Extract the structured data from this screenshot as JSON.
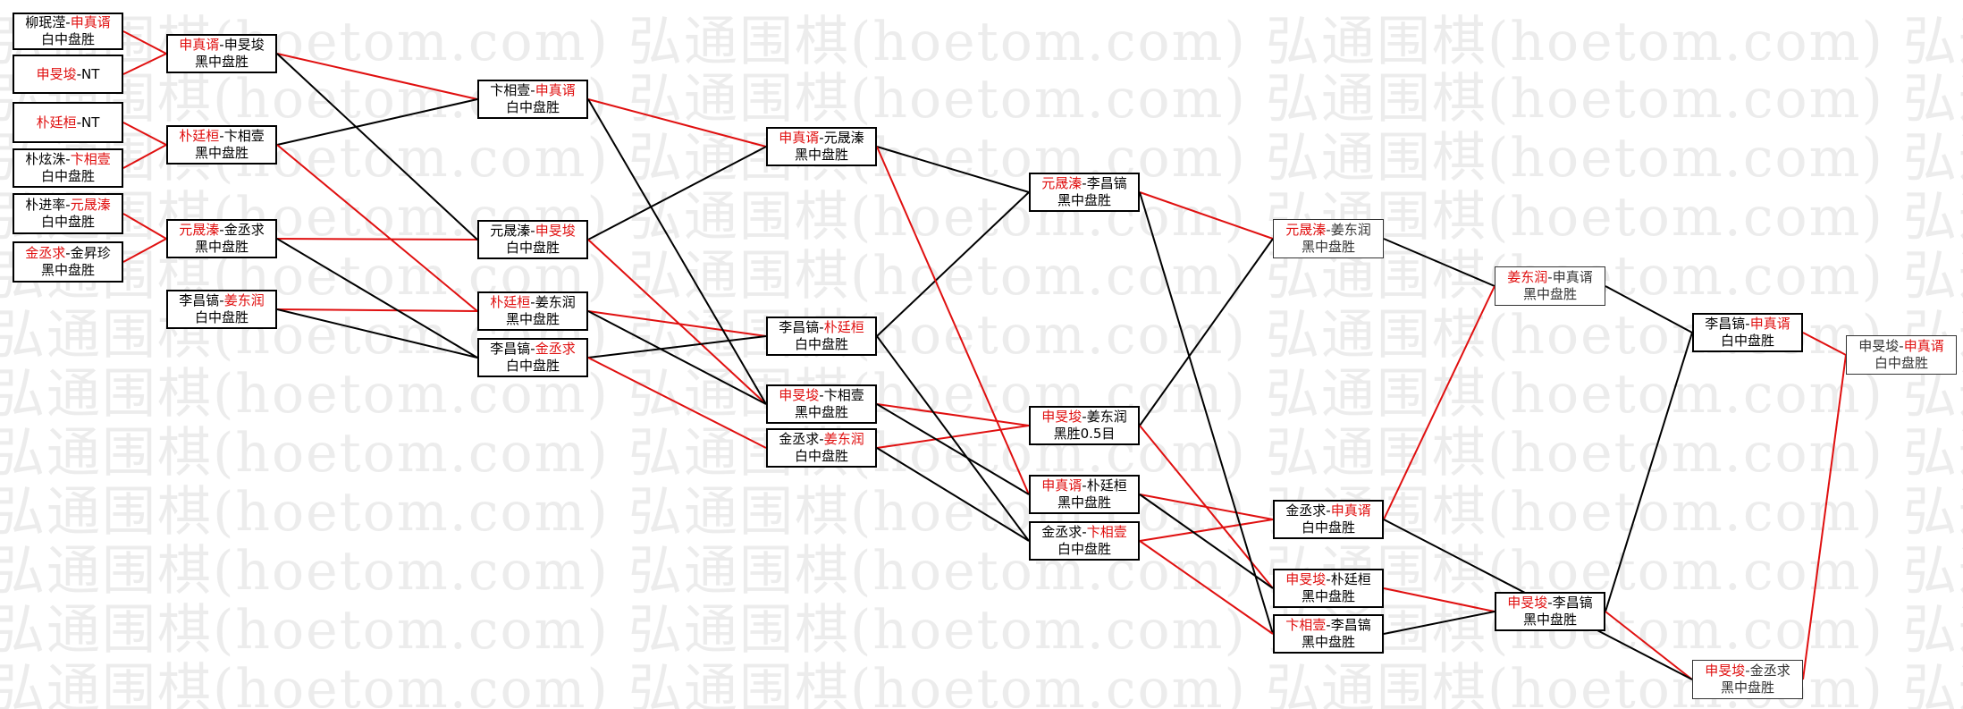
{
  "colors": {
    "win_line": "#e01010",
    "line": "#000000",
    "winner_text": "#e01010"
  },
  "watermark": "弘通围棋(hoetom.com)",
  "matches": [
    {
      "id": "r1a",
      "p1": "柳珉滢",
      "p2": "申真谞",
      "winner": 2,
      "result": "白中盘胜",
      "thin": false
    },
    {
      "id": "r1b",
      "p1": "申旻埈",
      "p2": "NT",
      "winner": 1,
      "result": "",
      "thin": false
    },
    {
      "id": "r1c",
      "p1": "朴廷桓",
      "p2": "NT",
      "winner": 1,
      "result": "",
      "thin": false
    },
    {
      "id": "r1d",
      "p1": "朴炫洙",
      "p2": "卞相壹",
      "winner": 2,
      "result": "白中盘胜",
      "thin": false
    },
    {
      "id": "r1e",
      "p1": "朴进率",
      "p2": "元晟溱",
      "winner": 2,
      "result": "白中盘胜",
      "thin": false
    },
    {
      "id": "r1f",
      "p1": "金丞求",
      "p2": "金昇珍",
      "winner": 1,
      "result": "黑中盘胜",
      "thin": false
    },
    {
      "id": "r2a",
      "p1": "申真谞",
      "p2": "申旻埈",
      "winner": 1,
      "result": "黑中盘胜",
      "thin": false
    },
    {
      "id": "r2b",
      "p1": "朴廷桓",
      "p2": "卞相壹",
      "winner": 1,
      "result": "黑中盘胜",
      "thin": false
    },
    {
      "id": "r2c",
      "p1": "元晟溱",
      "p2": "金丞求",
      "winner": 1,
      "result": "黑中盘胜",
      "thin": false
    },
    {
      "id": "r2d",
      "p1": "李昌镐",
      "p2": "姜东润",
      "winner": 2,
      "result": "白中盘胜",
      "thin": false
    },
    {
      "id": "r3a",
      "p1": "卞相壹",
      "p2": "申真谞",
      "winner": 2,
      "result": "白中盘胜",
      "thin": false
    },
    {
      "id": "r3b",
      "p1": "元晟溱",
      "p2": "申旻埈",
      "winner": 2,
      "result": "白中盘胜",
      "thin": false
    },
    {
      "id": "r3c",
      "p1": "朴廷桓",
      "p2": "姜东润",
      "winner": 1,
      "result": "黑中盘胜",
      "thin": false
    },
    {
      "id": "r3d",
      "p1": "李昌镐",
      "p2": "金丞求",
      "winner": 2,
      "result": "白中盘胜",
      "thin": false
    },
    {
      "id": "r4a",
      "p1": "申真谞",
      "p2": "元晟溱",
      "winner": 1,
      "result": "黑中盘胜",
      "thin": false
    },
    {
      "id": "r4b",
      "p1": "李昌镐",
      "p2": "朴廷桓",
      "winner": 2,
      "result": "白中盘胜",
      "thin": false
    },
    {
      "id": "r4c",
      "p1": "申旻埈",
      "p2": "卞相壹",
      "winner": 1,
      "result": "黑中盘胜",
      "thin": false
    },
    {
      "id": "r4d",
      "p1": "金丞求",
      "p2": "姜东润",
      "winner": 2,
      "result": "白中盘胜",
      "thin": false
    },
    {
      "id": "r5a",
      "p1": "元晟溱",
      "p2": "李昌镐",
      "winner": 1,
      "result": "黑中盘胜",
      "thin": false
    },
    {
      "id": "r5b",
      "p1": "申旻埈",
      "p2": "姜东润",
      "winner": 1,
      "result": "黑胜0.5目",
      "thin": false
    },
    {
      "id": "r5c",
      "p1": "申真谞",
      "p2": "朴廷桓",
      "winner": 1,
      "result": "黑中盘胜",
      "thin": false
    },
    {
      "id": "r5d",
      "p1": "金丞求",
      "p2": "卞相壹",
      "winner": 2,
      "result": "白中盘胜",
      "thin": false
    },
    {
      "id": "r6a",
      "p1": "元晟溱",
      "p2": "姜东润",
      "winner": 1,
      "result": "黑中盘胜",
      "thin": true
    },
    {
      "id": "r6b",
      "p1": "金丞求",
      "p2": "申真谞",
      "winner": 2,
      "result": "白中盘胜",
      "thin": false
    },
    {
      "id": "r6c",
      "p1": "申旻埈",
      "p2": "朴廷桓",
      "winner": 1,
      "result": "黑中盘胜",
      "thin": false
    },
    {
      "id": "r6d",
      "p1": "卞相壹",
      "p2": "李昌镐",
      "winner": 1,
      "result": "黑中盘胜",
      "thin": false
    },
    {
      "id": "r7a",
      "p1": "姜东润",
      "p2": "申真谞",
      "winner": 1,
      "result": "黑中盘胜",
      "thin": true
    },
    {
      "id": "r7b",
      "p1": "申旻埈",
      "p2": "李昌镐",
      "winner": 1,
      "result": "黑中盘胜",
      "thin": false
    },
    {
      "id": "r8a",
      "p1": "李昌镐",
      "p2": "申真谞",
      "winner": 2,
      "result": "白中盘胜",
      "thin": false
    },
    {
      "id": "r8b",
      "p1": "申旻埈",
      "p2": "金丞求",
      "winner": 1,
      "result": "黑中盘胜",
      "thin": true
    },
    {
      "id": "r9a",
      "p1": "申旻埈",
      "p2": "申真谞",
      "winner": 2,
      "result": "白中盘胜",
      "thin": true
    }
  ]
}
